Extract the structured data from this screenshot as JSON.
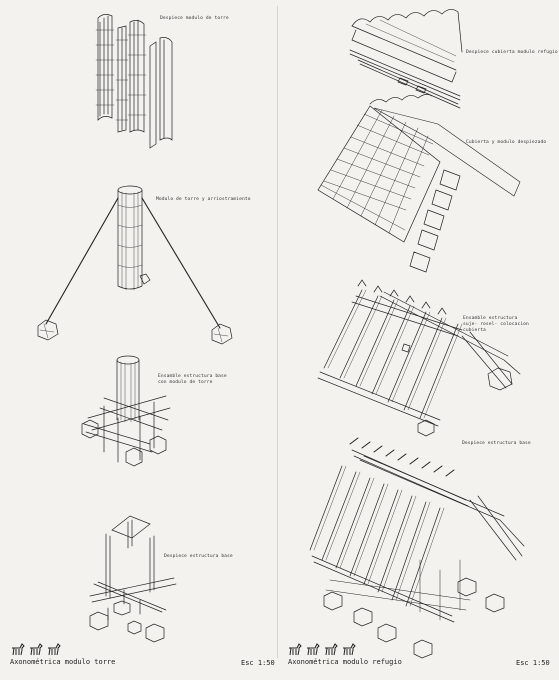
{
  "labels": {
    "tower_despiece": "Despiece modulo de torre",
    "tower_anchor": "Modulo de torre y arriostramiento",
    "tower_base_assembly": "Ensamble estructura base con modulo de torre",
    "tower_base_despiece": "Despiece estructura base",
    "refugio_cover": "Despiece cubierta modulo refugio",
    "refugio_panels": "Cubierta y modulo despiezado",
    "refugio_structure": "Ensamble estructura suje- rosel- colocacion cubierta",
    "refugio_base": "Despiece estructura base"
  },
  "footer": {
    "left_title": "Axonométrica modulo torre",
    "left_scale": "Esc 1:50",
    "right_title": "Axonométrica modulo refugio",
    "right_scale": "Esc 1:50"
  },
  "icons": [
    "horse-icon",
    "horse-icon",
    "horse-icon",
    "horse-icon",
    "horse-icon",
    "horse-icon",
    "horse-icon"
  ]
}
